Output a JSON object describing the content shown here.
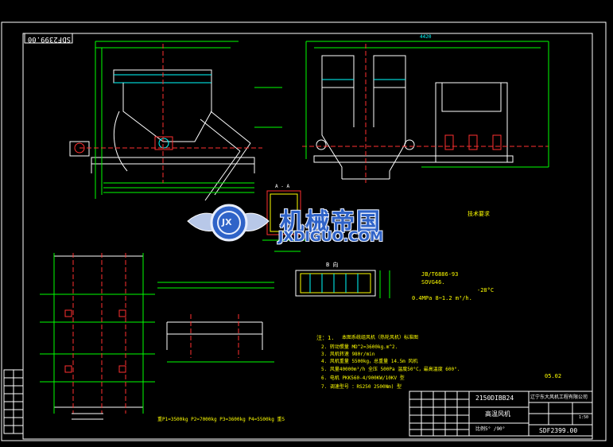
{
  "drawing": {
    "number_rotated": "SDF2399.00",
    "notes_header": "注：1.",
    "notes": [
      "本图系统组风机（热轮风机）标准图",
      "2. 转动惯量 MD^2=3600kg.m^2.",
      "3. 风机转速 980r/min",
      "4. 风机重量 5500kg，总重量 14.5m 风机",
      "5. 风量40000m³/h 全压 500Pa 温度50°C，最高温度 600°.",
      "6. 电机 PKK560-4/900KW/10KV 型",
      "7. 调速型号 ：RS250 2500Nm) 型"
    ],
    "weights": "重P1=3500kg   P2=7000kg   P3=3600kg   P4=5500kg   重5",
    "tech_req_title": "技术要求",
    "tech_req": [
      "JB/T6886-93",
      "SOVG46.",
      "-28°C",
      "0.4MPa  8~1.2 m³/h."
    ],
    "doc_date": "05.02",
    "view_label": "B 向",
    "view_label_a": "A - A",
    "top_dim": "4420",
    "title_block": {
      "model": "2150DIBB24",
      "name": "高温风机",
      "company": "辽宁东大风机工程有限公司",
      "scale": "1:50",
      "ratio": "比例5° /90°",
      "number": "SDF2399.00"
    },
    "watermark": {
      "cn": "机械帝国",
      "en": "JXDIGUO.COM",
      "badge": "JX"
    }
  }
}
